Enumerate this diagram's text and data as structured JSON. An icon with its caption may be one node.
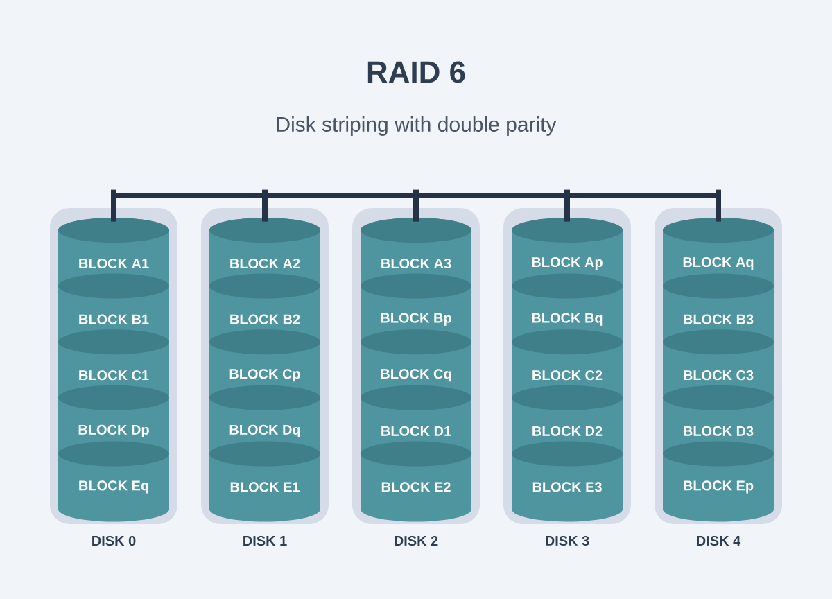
{
  "diagram": {
    "title": "RAID 6",
    "caption": "Disk striping with double parity",
    "nodes": [
      {
        "text": [],
        "shape": "bar"
      },
      {
        "text": [],
        "shape": "cylinder",
        "beside": [
          "DISK 0"
        ]
      },
      {
        "text": [
          "BLOCK A1"
        ],
        "in": 1
      },
      {
        "text": [
          "BLOCK B1"
        ],
        "in": 1
      },
      {
        "text": [
          "BLOCK C1"
        ],
        "in": 1
      },
      {
        "text": [
          "BLOCK Dp"
        ],
        "in": 1
      },
      {
        "text": [
          "BLOCK Eq"
        ],
        "in": 1
      },
      {
        "text": [],
        "shape": "cylinder",
        "beside": [
          "DISK 1"
        ]
      },
      {
        "text": [
          "BLOCK A2"
        ],
        "in": 7
      },
      {
        "text": [
          "BLOCK B2"
        ],
        "in": 7
      },
      {
        "text": [
          "BLOCK Cp"
        ],
        "in": 7
      },
      {
        "text": [
          "BLOCK Dq"
        ],
        "in": 7
      },
      {
        "text": [
          "BLOCK E1"
        ],
        "in": 7
      },
      {
        "text": [],
        "shape": "cylinder",
        "beside": [
          "DISK 2"
        ]
      },
      {
        "text": [
          "BLOCK A3"
        ],
        "in": 13
      },
      {
        "text": [
          "BLOCK Bp"
        ],
        "in": 13
      },
      {
        "text": [
          "BLOCK Cq"
        ],
        "in": 13
      },
      {
        "text": [
          "BLOCK D1"
        ],
        "in": 13
      },
      {
        "text": [
          "BLOCK E2"
        ],
        "in": 13
      },
      {
        "text": [],
        "shape": "cylinder",
        "beside": [
          "DISK 3"
        ]
      },
      {
        "text": [
          "BLOCK Ap"
        ],
        "in": 19
      },
      {
        "text": [
          "BLOCK Bq"
        ],
        "in": 19
      },
      {
        "text": [
          "BLOCK C2"
        ],
        "in": 19
      },
      {
        "text": [
          "BLOCK D2"
        ],
        "in": 19
      },
      {
        "text": [
          "BLOCK E3"
        ],
        "in": 19
      },
      {
        "text": [],
        "shape": "cylinder",
        "beside": [
          "DISK 4"
        ]
      },
      {
        "text": [
          "BLOCK Aq"
        ],
        "in": 25
      },
      {
        "text": [
          "BLOCK B3"
        ],
        "in": 25
      },
      {
        "text": [
          "BLOCK C3"
        ],
        "in": 25
      },
      {
        "text": [
          "BLOCK D3"
        ],
        "in": 25
      },
      {
        "text": [
          "BLOCK Ep"
        ],
        "in": 25
      }
    ],
    "edges": [
      {
        "from": 0,
        "to": 1,
        "arrow": "none"
      },
      {
        "from": 0,
        "to": 7,
        "arrow": "none"
      },
      {
        "from": 0,
        "to": 13,
        "arrow": "none"
      },
      {
        "from": 0,
        "to": 19,
        "arrow": "none"
      },
      {
        "from": 0,
        "to": 25,
        "arrow": "none"
      }
    ]
  }
}
